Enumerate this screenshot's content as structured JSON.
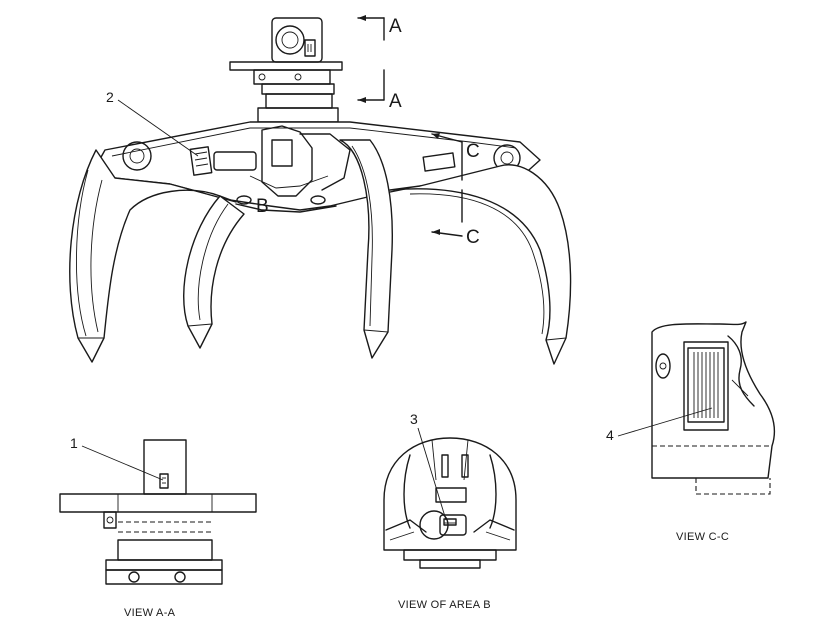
{
  "section_marks": {
    "a_top": "A",
    "a_bottom": "A",
    "c_top": "C",
    "c_bottom": "C",
    "area_b": "B"
  },
  "callouts": {
    "c1": "1",
    "c2": "2",
    "c3": "3",
    "c4": "4"
  },
  "captions": {
    "view_aa": "VIEW A-A",
    "view_area_b": "VIEW OF AREA B",
    "view_cc": "VIEW C-C"
  }
}
